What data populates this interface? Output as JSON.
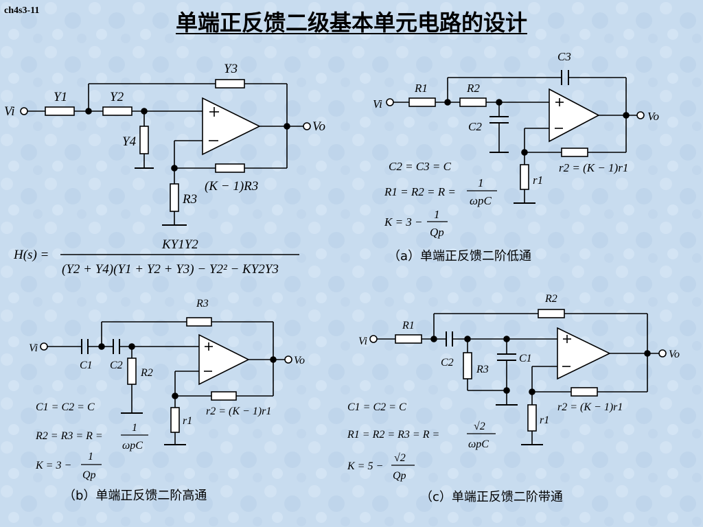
{
  "slide": {
    "id": "ch4s3-11",
    "title": "单端正反馈二级基本单元电路的设计"
  },
  "circuit_general": {
    "vin": "Vi",
    "vout": "Vo",
    "y1": "Y1",
    "y2": "Y2",
    "y3": "Y3",
    "y4": "Y4",
    "fb_resistor": "(K − 1)R3",
    "r3": "R3",
    "transfer_lhs": "H(s) =",
    "transfer_num": "KY1Y2",
    "transfer_den": "(Y2 + Y4)(Y1 + Y2 + Y3) − Y2² − KY2Y3"
  },
  "circuit_a": {
    "vin": "Vi",
    "vout": "Vo",
    "r1_top": "R1",
    "r2_top": "R2",
    "c2": "C2",
    "c3": "C3",
    "r1_bottom": "r1",
    "r2_fb": "r2 = (K − 1)r1",
    "eq1": "C2 = C3 = C",
    "eq2_lhs": "R1 = R2 = R =",
    "eq2_num": "1",
    "eq2_den": "ωpC",
    "eq3_lhs": "K = 3 −",
    "eq3_num": "1",
    "eq3_den": "Qp",
    "caption": "（a）单端正反馈二阶低通"
  },
  "circuit_b": {
    "vin": "Vi",
    "vout": "Vo",
    "c1": "C1",
    "c2": "C2",
    "r2": "R2",
    "r3": "R3",
    "r1_bottom": "r1",
    "r2_fb": "r2 = (K − 1)r1",
    "eq1": "C1 = C2 = C",
    "eq2_lhs": "R2 = R3 = R =",
    "eq2_num": "1",
    "eq2_den": "ωpC",
    "eq3_lhs": "K = 3 −",
    "eq3_num": "1",
    "eq3_den": "Qp",
    "caption": "（b）单端正反馈二阶高通"
  },
  "circuit_c": {
    "vin": "Vi",
    "vout": "Vo",
    "r1": "R1",
    "r2": "R2",
    "r3": "R3",
    "c1": "C1",
    "c2": "C2",
    "r1_bottom": "r1",
    "r2_fb": "r2 = (K − 1)r1",
    "eq1": "C1 = C2 = C",
    "eq2_lhs": "R1 = R2 = R3 = R =",
    "eq2_num": "√2",
    "eq2_den": "ωpC",
    "eq3_lhs": "K = 5 −",
    "eq3_num": "√2",
    "eq3_den": "Qp",
    "caption": "（c）单端正反馈二阶带通"
  }
}
